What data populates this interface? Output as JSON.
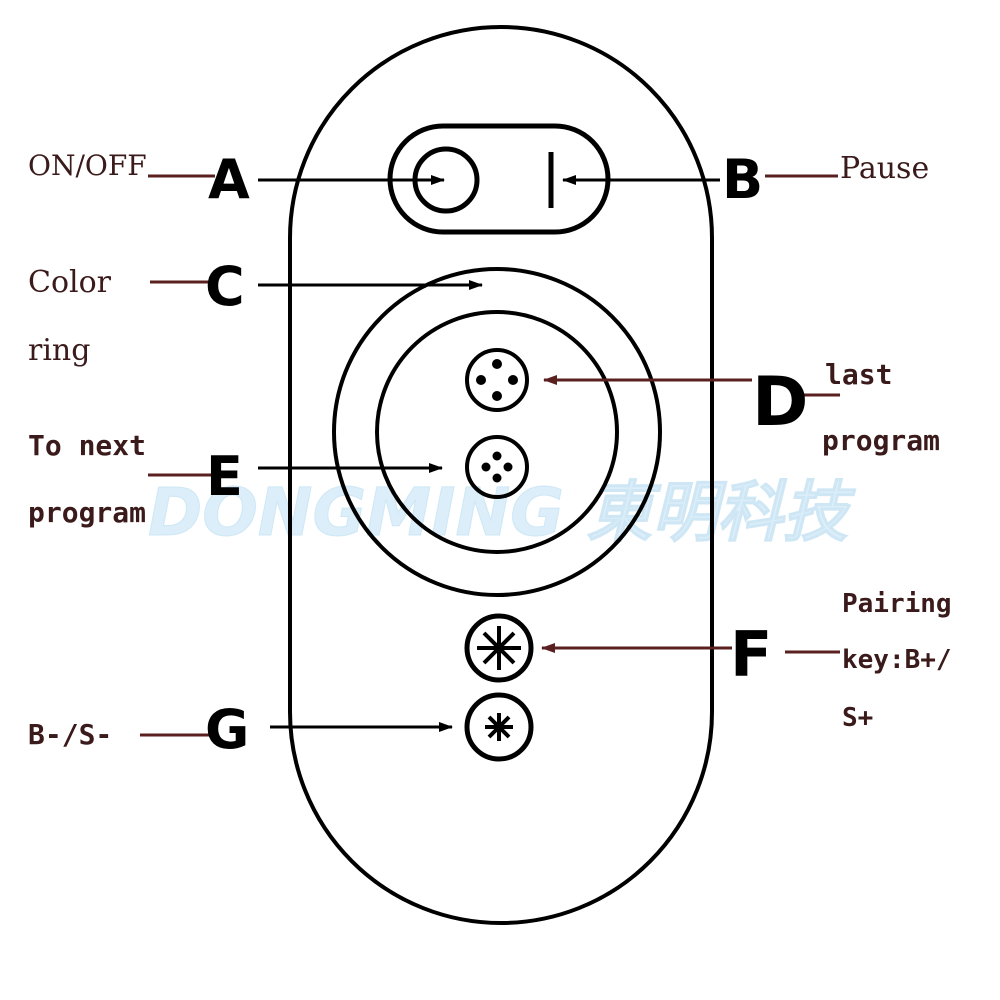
{
  "colors": {
    "outline": "#000000",
    "leader": "#5a1f1f",
    "label_text": "#3a1a1a",
    "watermark": "#cfe9f7"
  },
  "letters": {
    "a": "A",
    "b": "B",
    "c": "C",
    "d": "D",
    "e": "E",
    "f": "F",
    "g": "G"
  },
  "labels": {
    "on_off": "ON/OFF",
    "pause": "Pause",
    "color_line1": "Color",
    "color_line2": "ring",
    "last_line1": "last",
    "last_line2": "program",
    "next_line1": "To next",
    "next_line2": "program",
    "pairing_line1": "Pairing",
    "pairing_line2": "key:B+/",
    "pairing_line3": "S+",
    "b_minus": "B-/S-"
  },
  "watermark": "DONGMING 東明科技"
}
